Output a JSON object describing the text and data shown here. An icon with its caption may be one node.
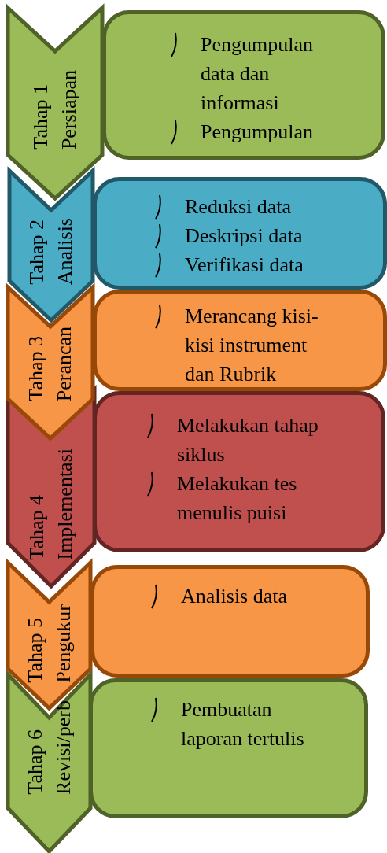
{
  "diagram": {
    "nodes": [
      {
        "text": [
          "Tahap 1",
          "Persiapan"
        ]
      },
      {
        "text": [
          "Pengumpulan data dan informasi",
          "Pengumpulan"
        ]
      },
      {
        "text": [
          "Tahap 2",
          "Analisis"
        ]
      },
      {
        "text": [
          "Reduksi data",
          "Deskripsi data",
          "Verifikasi data"
        ]
      },
      {
        "text": [
          "Tahap 3",
          "Perancan"
        ]
      },
      {
        "text": [
          "Merancang kisi-kisi instrument dan Rubrik"
        ]
      },
      {
        "text": [
          "Tahap 4",
          "Implementasi"
        ]
      },
      {
        "text": [
          "Melakukan tahap siklus",
          "Melakukan tes menulis puisi"
        ]
      },
      {
        "text": [
          "Tahap 5",
          "Pengukur"
        ]
      },
      {
        "text": [
          "Analisis data"
        ]
      },
      {
        "text": [
          "Tahap 6",
          "Revisi/perb"
        ]
      },
      {
        "text": [
          "Pembuatan laporan tertulis"
        ]
      }
    ],
    "edges": []
  }
}
